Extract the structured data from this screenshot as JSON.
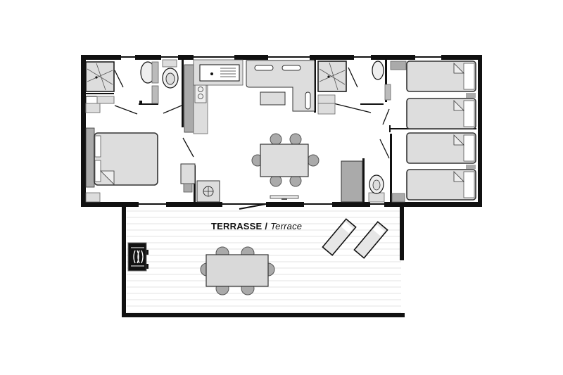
{
  "plan": {
    "type": "mobile home floor plan",
    "colors": {
      "wall": "#111111",
      "furniture_fill": "#d9d9d9",
      "furniture_dark": "#a9a9a9",
      "deck_line": "#e2e2e2",
      "background": "#ffffff"
    },
    "rooms": [
      {
        "id": "master-bedroom",
        "contents": [
          "double-bed",
          "wardrobe"
        ]
      },
      {
        "id": "bathroom-left",
        "contents": [
          "shower",
          "washbasin"
        ]
      },
      {
        "id": "wc-left",
        "contents": [
          "toilet"
        ]
      },
      {
        "id": "kitchen",
        "contents": [
          "sink",
          "gas-hob",
          "fridge",
          "cabinets"
        ]
      },
      {
        "id": "living-room",
        "contents": [
          "sofa",
          "coffee-table",
          "dining-table",
          "chairs"
        ]
      },
      {
        "id": "bathroom-right",
        "contents": [
          "shower",
          "washbasin"
        ]
      },
      {
        "id": "wc-right",
        "contents": [
          "toilet",
          "cabinet"
        ]
      },
      {
        "id": "twin-bedroom-1",
        "contents": [
          "single-bed",
          "single-bed"
        ]
      },
      {
        "id": "twin-bedroom-2",
        "contents": [
          "single-bed",
          "single-bed"
        ]
      }
    ],
    "terrace": {
      "label_fr": "TERRASSE",
      "separator": "/",
      "label_en": "Terrace",
      "contents": [
        "barbecue",
        "dining-table",
        "chairs",
        "sun-loungers"
      ]
    }
  }
}
